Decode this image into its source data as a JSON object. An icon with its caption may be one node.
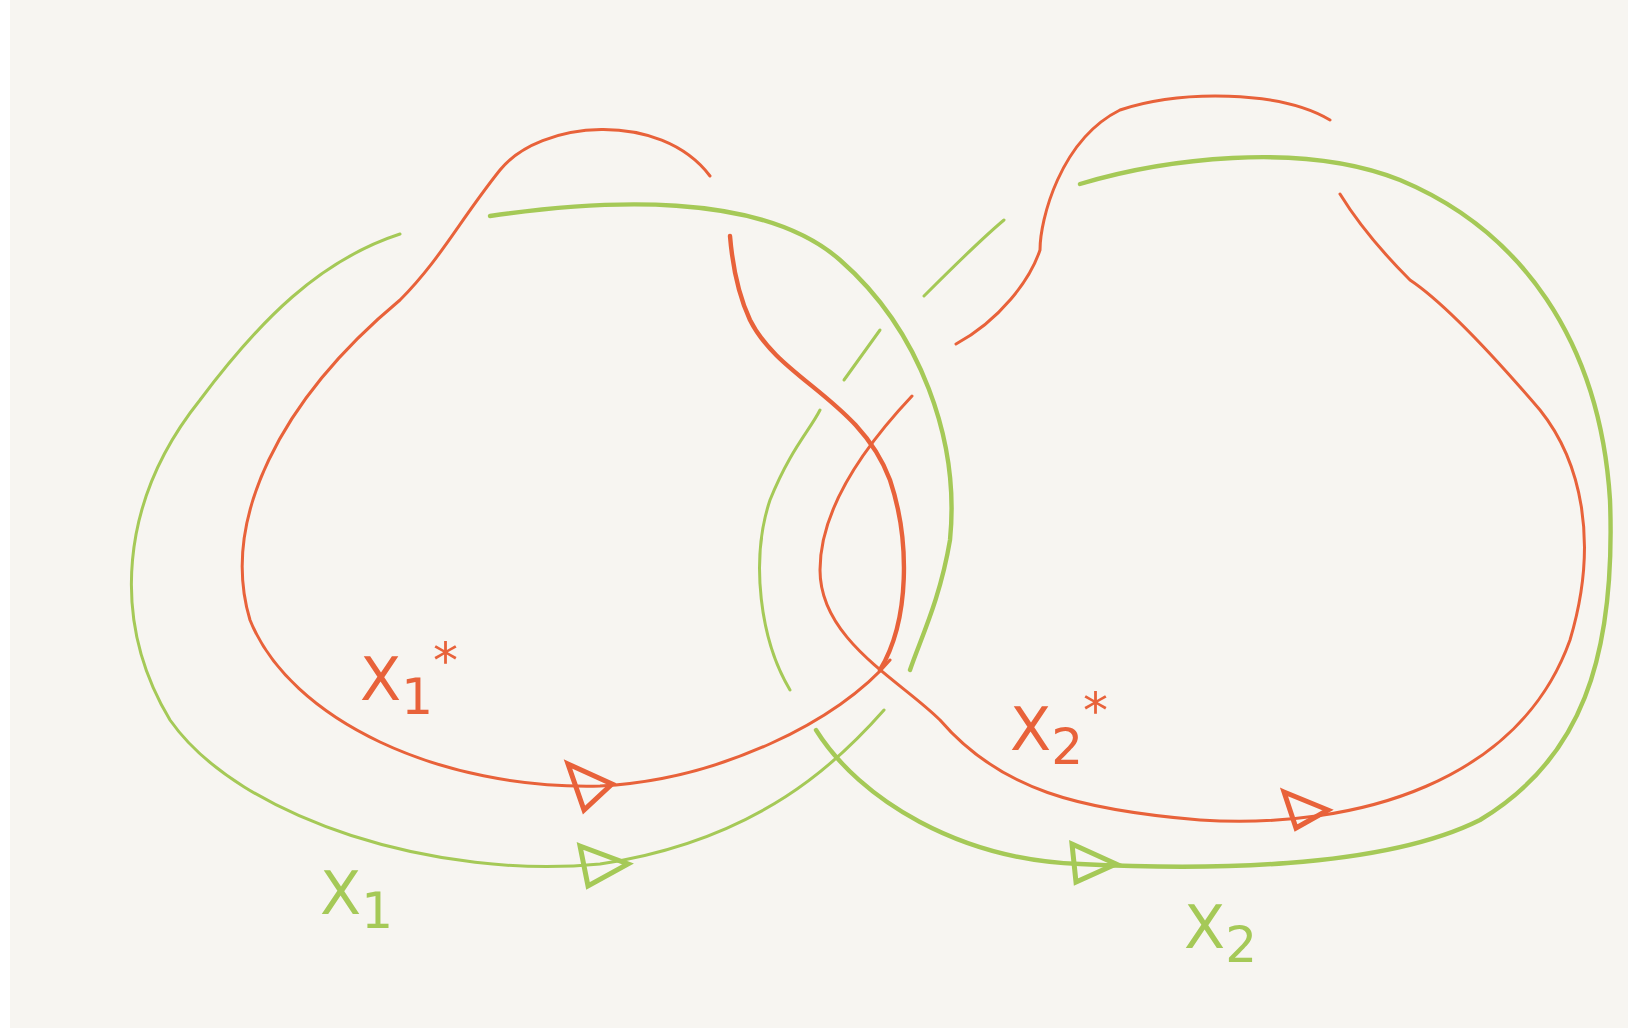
{
  "diagram": {
    "labels": [
      "X$_{1}$$^{*}$",
      "X$_{2}$$^{*}$",
      "X$_{1}$",
      "X$_{2}$"
    ]
  }
}
